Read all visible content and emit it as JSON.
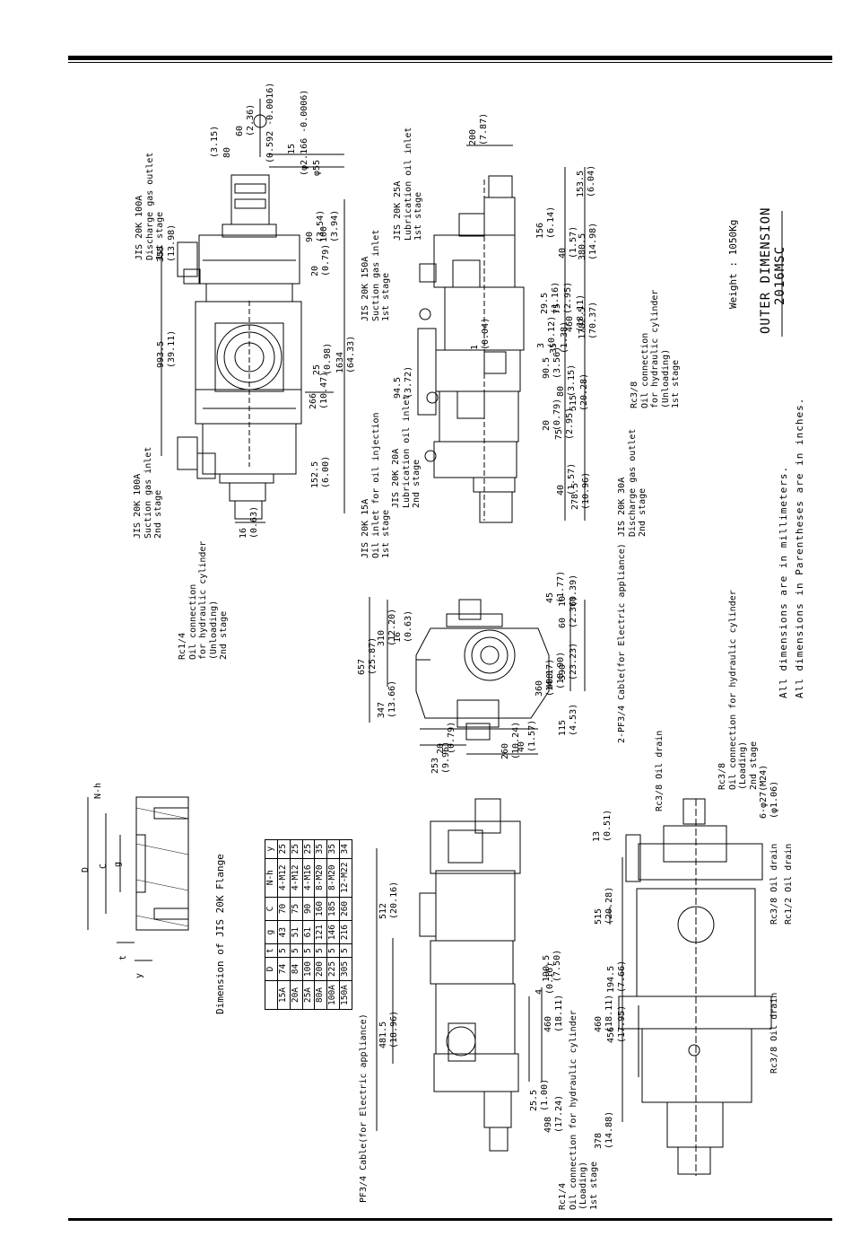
{
  "title": {
    "line1": "OUTER DIMENSION",
    "line2": "2016MSC",
    "weight": "Weight : 1050Kg"
  },
  "notes": {
    "mm": "All dimensions are in millimeters.",
    "inch": "All dimensions in Parentheses are in inches."
  },
  "flange_table": {
    "caption": "Dimension of JIS 20K Flange",
    "headers": [
      "",
      "D",
      "t",
      "g",
      "C",
      "N-h",
      "y"
    ],
    "rows": [
      [
        "15A",
        "74",
        "5",
        "43",
        "70",
        "4-M12",
        "25"
      ],
      [
        "20A",
        "84",
        "5",
        "51",
        "75",
        "4-M12",
        "25"
      ],
      [
        "25A",
        "100",
        "5",
        "61",
        "90",
        "4-M16",
        "25"
      ],
      [
        "80A",
        "200",
        "5",
        "121",
        "160",
        "8-M20",
        "35"
      ],
      [
        "100A",
        "225",
        "5",
        "146",
        "185",
        "8-M20",
        "35"
      ],
      [
        "150A",
        "305",
        "5",
        "216",
        "260",
        "12-M22",
        "34"
      ]
    ],
    "detail_labels": {
      "D": "D",
      "C": "C",
      "g": "g",
      "nh": "N-h",
      "t": "t",
      "y": "y"
    }
  },
  "top_view": {
    "discharge": "JIS 20K 100A\nDischarge gas outlet\n1st stage",
    "suction": "JIS 20K 100A\nSuction gas inlet\n2nd stage",
    "rc14": "Rc1/4\nOil connection\nfor hydraulic cylinder\n(Unloading)\n2nd stage",
    "dims": {
      "d60": "60\n(2.36)",
      "d592": "(0.592 -0.0016)",
      "d15": "15",
      "d315": "(3.15)",
      "d80": "80",
      "d2166": "(φ2.166 -0.0006)",
      "d55": "φ55",
      "d355": "355\n(13.98)",
      "d90": "90\n(3.54)",
      "d100": "100\n(3.94)",
      "d20": "20\n(0.79)",
      "d9935": "993.5\n(39.11)",
      "d25": "25\n(0.98)",
      "d1634": "1634\n(64.33)",
      "d266": "266\n(10.47)",
      "d1525": "152.5\n(6.00)",
      "d16": "16\n(0.63)"
    }
  },
  "mid_right_view": {
    "lub25": "JIS 20K 25A\nLubrication oil inlet\n1st stage",
    "suc150": "JIS 20K 150A\nSuction gas inlet\n1st stage",
    "oil15": "JIS 20K 15A\nOil inlet for oil injection\n1st stage",
    "lub20": "JIS 20K 20A\nLubrication oil inlet\n2nd stage",
    "dis30": "JIS 20K 30A\nDischarge gas outlet\n2nd stage",
    "rc38": "Rc3/8\nOil connection\nfor hydraulic cylinder\n(Unloading)\n1st stage",
    "dims": {
      "d200": "200\n(7.87)",
      "d1535": "153.5\n(6.04)",
      "d156": "156\n(6.14)",
      "d40a": "40\n(1.57)",
      "d3805": "380.5\n(14.98)",
      "d295": "29.5\n(1.16)",
      "d75a": "75\n(2.95)",
      "d460": "460\n(18.11)",
      "d3": "3\n(0.12)",
      "d35": "35\n(1.38)",
      "d17825": "1782.5\n(70.37)",
      "d905": "90.5\n(3.56)",
      "d80": "80\n(3.15)",
      "d515": "515\n(20.28)",
      "d945": "94.5\n(3.72)",
      "d1": "1\n(0.04)",
      "d20": "20\n(0.79)",
      "d75b": "75\n(2.95)",
      "d40b": "40\n(1.57)",
      "d2785": "278.5\n(10.96)"
    }
  },
  "end_view": {
    "cable2": "2-PF3/4 Cable(for Electric appliance)",
    "dims": {
      "d657": "657\n(25.87)",
      "d310": "310\n(12.20)",
      "d16": "16\n(0.63)",
      "d347": "347\n(13.66)",
      "d45": "45\n(1.77)",
      "d10": "10\n(0.39)",
      "d60": "60\n(2.36)",
      "d360": "360\n(14.17)",
      "d480": "480\n(18.90)",
      "d590": "590\n(23.23)",
      "d115": "115\n(4.53)",
      "d20": "20\n(0.79)",
      "d253": "253\n(9.96)",
      "d260": "260\n(10.24)",
      "d40": "40\n(1.57)"
    }
  },
  "bottom_view": {
    "cable": "PF3/4 Cable(for Electric appliance)",
    "rc14": "Rc1/4\nOil connection for hydraulic cylinder\n(Loading)\n1st stage",
    "dims": {
      "d4815": "481.5\n(18.96)",
      "d512": "512\n(20.16)",
      "d255": "25.5\n(1.00)",
      "d498": "498\n(17.24)",
      "d460": "460\n(18.11)",
      "d4": "4\n(0.16)",
      "d1905": "190.5\n(7.50)"
    }
  },
  "bottom_right_view": {
    "rc38conn": "Rc3/8\nOil connection for hydraulic cylinder\n(Loading)\n2nd stage",
    "rc38drain1": "Rc3/8 Oil drain",
    "rc38drain2": "Rc3/8 Oil drain",
    "rc38drain3": "Rc3/8 Oil drain",
    "rc12drain": "Rc1/2 Oil drain",
    "hole": "6-φ27(M24)\n(φ1.06)",
    "dims": {
      "d13": "13\n(0.51)",
      "d515": "515\n(20.28)",
      "d1945": "194.5\n(7.66)",
      "d460": "460\n(18.11)",
      "d456": "456\n(17.95)",
      "d378": "378\n(14.88)"
    }
  }
}
